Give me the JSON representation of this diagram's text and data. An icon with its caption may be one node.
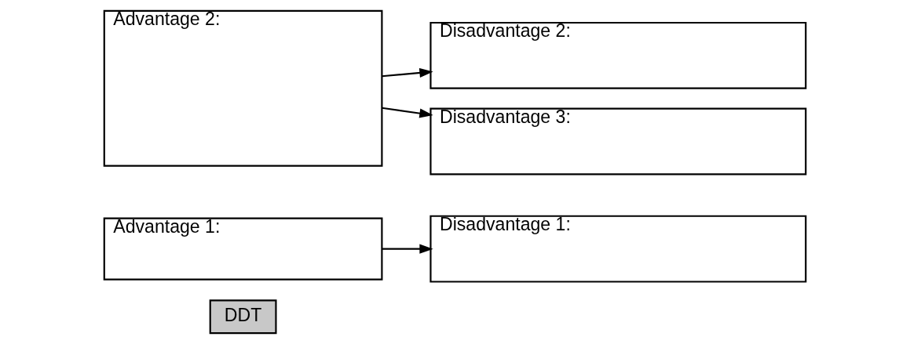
{
  "diagram": {
    "nodes": [
      {
        "text": [
          "DDT"
        ]
      },
      {
        "text": [
          "Advantage 1:"
        ]
      },
      {
        "text": [
          "Advantage 2:"
        ]
      },
      {
        "text": [
          "Disadvantage 1:"
        ]
      },
      {
        "text": [
          "Disadvantage 2:"
        ]
      },
      {
        "text": [
          "Disadvantage 3:"
        ]
      }
    ],
    "edges": [
      {
        "from": 1,
        "to": 3,
        "arrow": "to"
      },
      {
        "from": 2,
        "to": 4,
        "arrow": "to"
      },
      {
        "from": 2,
        "to": 5,
        "arrow": "to"
      }
    ]
  }
}
